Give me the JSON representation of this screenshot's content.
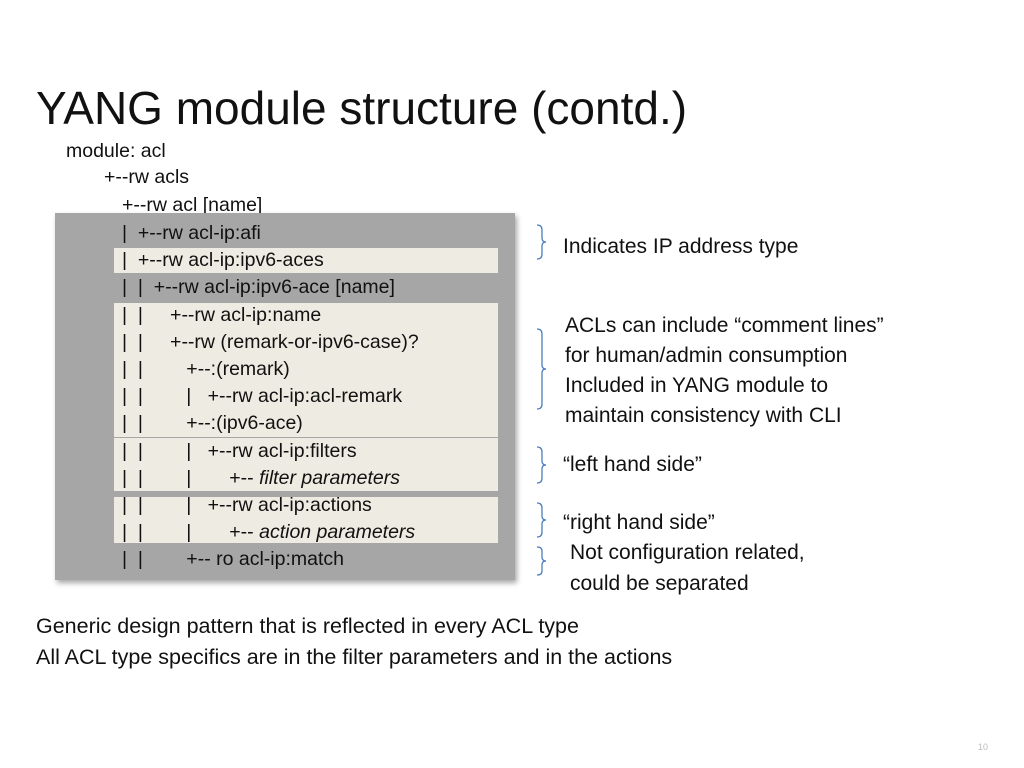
{
  "slide": {
    "title": "YANG module structure (contd.)",
    "page_number": "10"
  },
  "tree": {
    "lines": [
      "module: acl",
      "+--rw acls",
      "+--rw acl [name]",
      "|  +--rw acl-ip:afi",
      "|  +--rw acl-ip:ipv6-aces",
      "|  |  +--rw acl-ip:ipv6-ace [name]",
      "|  |     +--rw acl-ip:name",
      "|  |     +--rw (remark-or-ipv6-case)?",
      "|  |        +--:(remark)",
      "|  |        |   +--rw acl-ip:acl-remark",
      "|  |        +--:(ipv6-ace)",
      "|  |        |   +--rw acl-ip:filters",
      "|  |        |       +-- ",
      "|  |        |   +--rw acl-ip:actions",
      "|  |        |       +-- ",
      "|  |        +-- ro acl-ip:match"
    ],
    "filter_params": "filter parameters",
    "action_params": "action parameters"
  },
  "notes": {
    "ip_type": "Indicates IP address type",
    "comments": [
      "ACLs can include “comment lines”",
      "for human/admin consumption",
      "Included in YANG module to",
      "maintain consistency with CLI"
    ],
    "lhs": "“left hand side”",
    "rhs": "“right hand side”",
    "match": [
      "Not configuration related,",
      "could be separated"
    ]
  },
  "bottom": {
    "line1": "Generic design pattern that is reflected in every ACL type",
    "line2": "All ACL type specifics are in the filter parameters and in the actions"
  },
  "colors": {
    "brace": "#4a7ebb",
    "gray_box": "#a6a6a6",
    "highlight": "#eeebe2"
  }
}
